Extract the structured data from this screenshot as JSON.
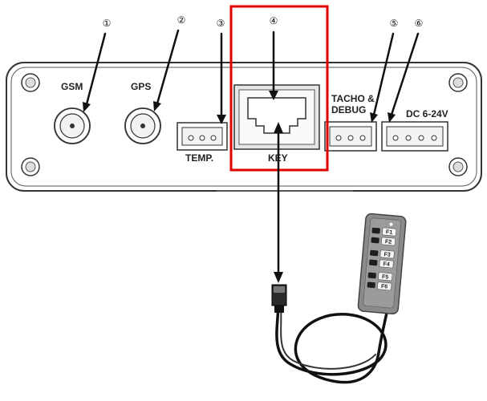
{
  "callouts": [
    "①",
    "②",
    "③",
    "④",
    "⑤",
    "⑥"
  ],
  "panel_labels": {
    "gsm": "GSM",
    "gps": "GPS",
    "temp": "TEMP.",
    "key": "KEY",
    "tacho_line1": "TACHO &",
    "tacho_line2": "DEBUG",
    "power": "DC 6-24V"
  },
  "keypad_keys": [
    "F1",
    "F2",
    "F3",
    "F4",
    "F5",
    "F6"
  ],
  "colors": {
    "highlight": "#e00000",
    "panel_stroke": "#333333",
    "keypad_body": "#8a8a8a",
    "cable": "#111111"
  }
}
